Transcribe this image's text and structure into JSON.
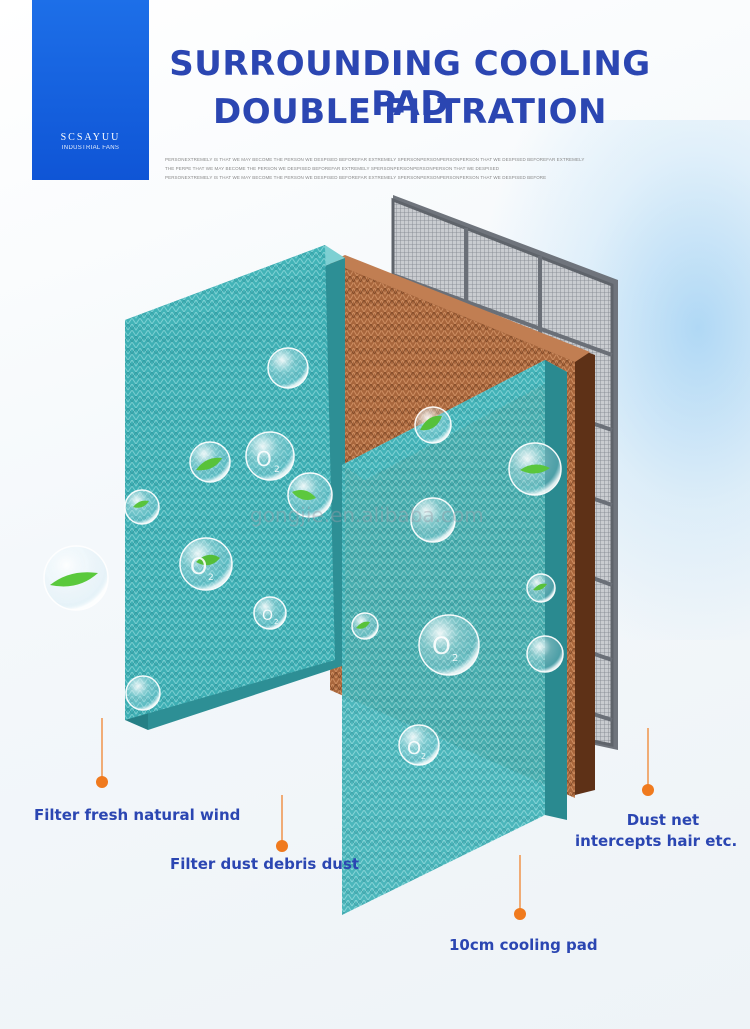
{
  "brand": {
    "name": "SCSAYUU",
    "subtitle": "INDUSTRIAL FANS",
    "color": "#1560dd"
  },
  "header": {
    "title_line1": "SURROUNDING COOLING PAD",
    "title_line2": "DOUBLE FILTRATION",
    "fine_line1": "PERSONEXTREMELY IS THAT WE MAY BECOME THE PERSON WE DESPISED BEFOREFAR EXTREMELY SPERSONPERSONPERSONPERSON THAT WE DESPISED BEFOREFAR EXTREMELY",
    "fine_line2": "THE PERPE THAT WE MAY BECOME THE PERSON WE DESPISED BEFOREFAR EXTREMELY SPERSONPERSONPERSONPERSON THAT WE DESPISED",
    "fine_line3": "PERSONEXTREMELY IS THAT WE MAY BECOME THE PERSON WE DESPISED BEFOREFAR EXTREMELY SPERSONPERSONPERSONPERSON THAT WE DESPISED BEFORE",
    "title_color": "#2b46b2"
  },
  "watermark": "gongjie.en.alibaba.com",
  "labels": {
    "fresh_wind": "Filter fresh natural wind",
    "dust_debris": "Filter dust debris dust",
    "cooling_pad": "10cm cooling pad",
    "dust_net_line1": "Dust net",
    "dust_net_line2": "intercepts hair  etc.",
    "marker_color": "#f07a1e"
  },
  "bubbles": {
    "oxygen_symbol": "O",
    "oxygen_subscript": "2"
  },
  "colors": {
    "teal_pad": "#3aaab0",
    "brown_pad": "#a2623a",
    "dust_net": "#8a8f96"
  }
}
